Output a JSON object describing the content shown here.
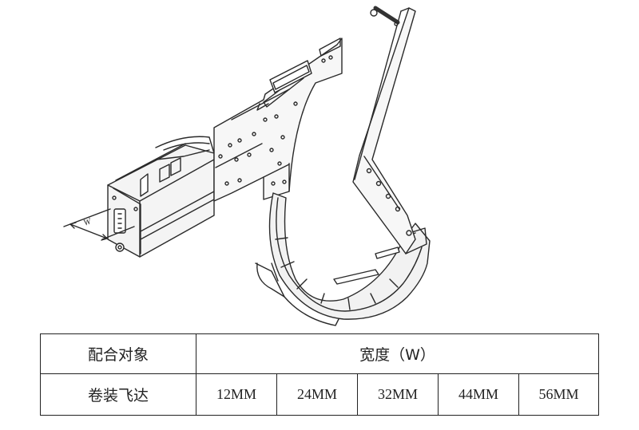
{
  "figure": {
    "dimension_label": "W"
  },
  "spec_table": {
    "row_header_1": "配合对象",
    "row_header_2": "卷装飞达",
    "width_header": "宽度（W）",
    "widths": [
      "12MM",
      "24MM",
      "32MM",
      "44MM",
      "56MM"
    ]
  }
}
